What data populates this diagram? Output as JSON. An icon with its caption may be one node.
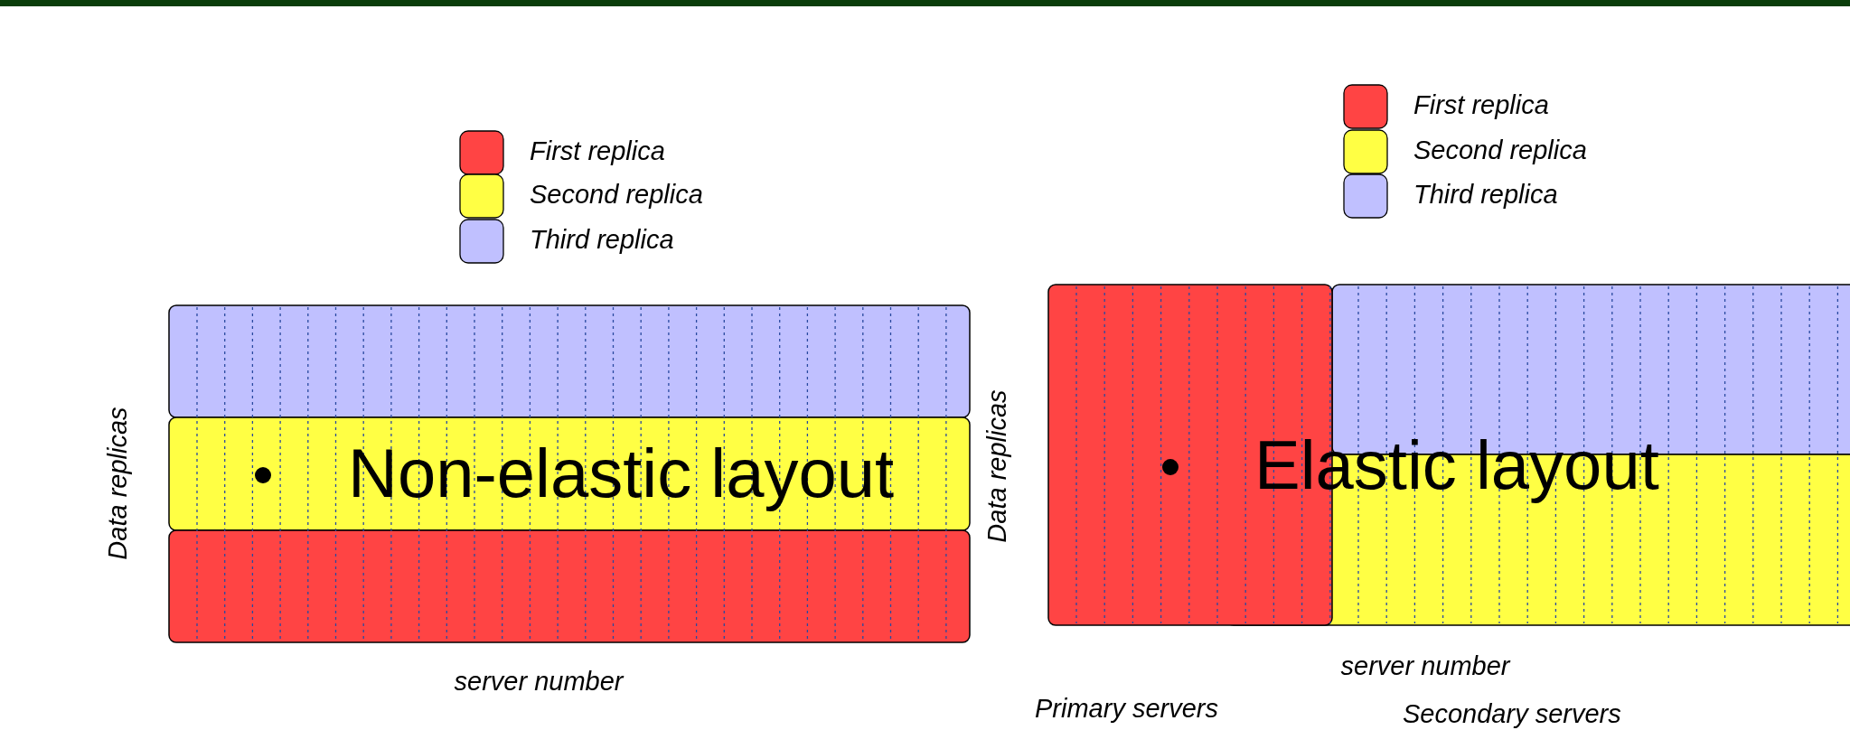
{
  "diagram": {
    "labels": [
      "Non-elastic layout",
      "Data replicas",
      "server number",
      "Elastic layout",
      "Data replicas",
      "server number",
      "Primary servers",
      "Secondary servers"
    ],
    "legend": [
      {
        "text": "First replica",
        "color": "#ff4444"
      },
      {
        "text": "Second replica",
        "color": "#ffff44"
      },
      {
        "text": "Third replica",
        "color": "#c0c0ff"
      },
      {
        "text": "First replica",
        "color": "#ff4444"
      },
      {
        "text": "Second replica",
        "color": "#ffff44"
      },
      {
        "text": "Third replica",
        "color": "#c0c0ff"
      }
    ]
  }
}
